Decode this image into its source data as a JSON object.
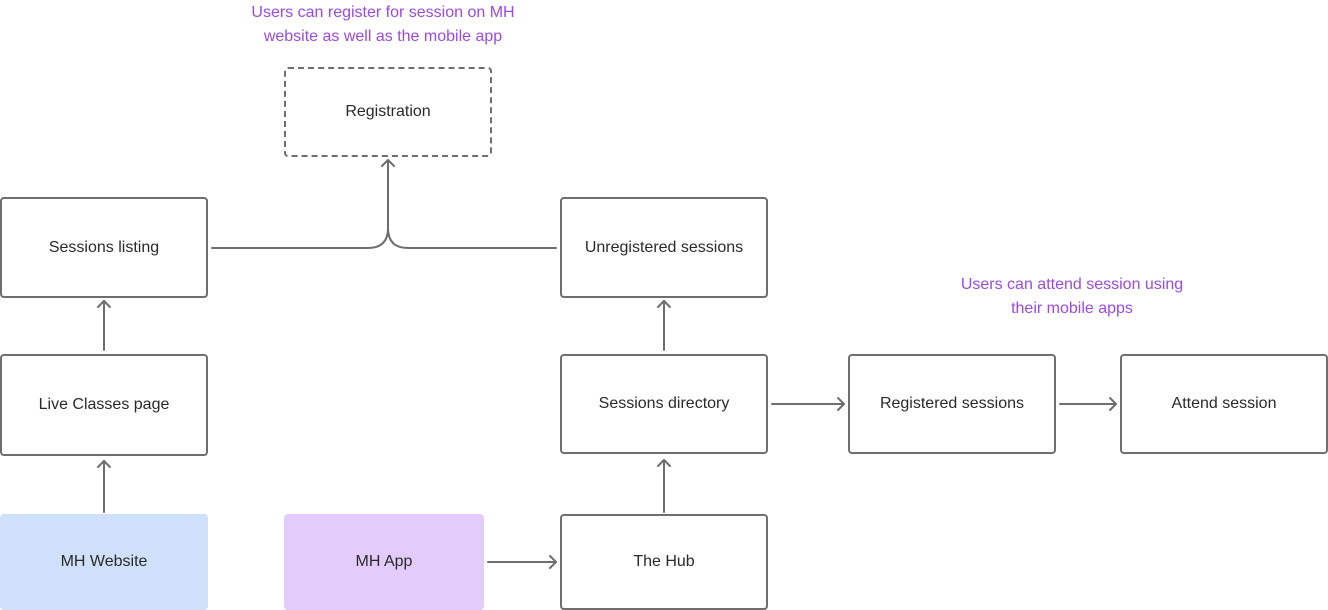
{
  "colors": {
    "annotation": "#9b4ae6",
    "stroke": "#6e6e6e",
    "text": "#2a2a2a",
    "website_fill": "#cfe0fb",
    "app_fill": "#e3ccfb"
  },
  "notes": {
    "register_line1": "Users can register for session on MH",
    "register_line2": "website as well as the mobile app",
    "attend_line1": "Users can attend session using",
    "attend_line2": "their mobile apps"
  },
  "nodes": {
    "registration": "Registration",
    "sessions_listing": "Sessions listing",
    "unregistered_sessions": "Unregistered sessions",
    "live_classes_page": "Live Classes page",
    "sessions_directory": "Sessions directory",
    "registered_sessions": "Registered sessions",
    "attend_session": "Attend session",
    "mh_website": "MH Website",
    "mh_app": "MH App",
    "the_hub": "The Hub"
  }
}
